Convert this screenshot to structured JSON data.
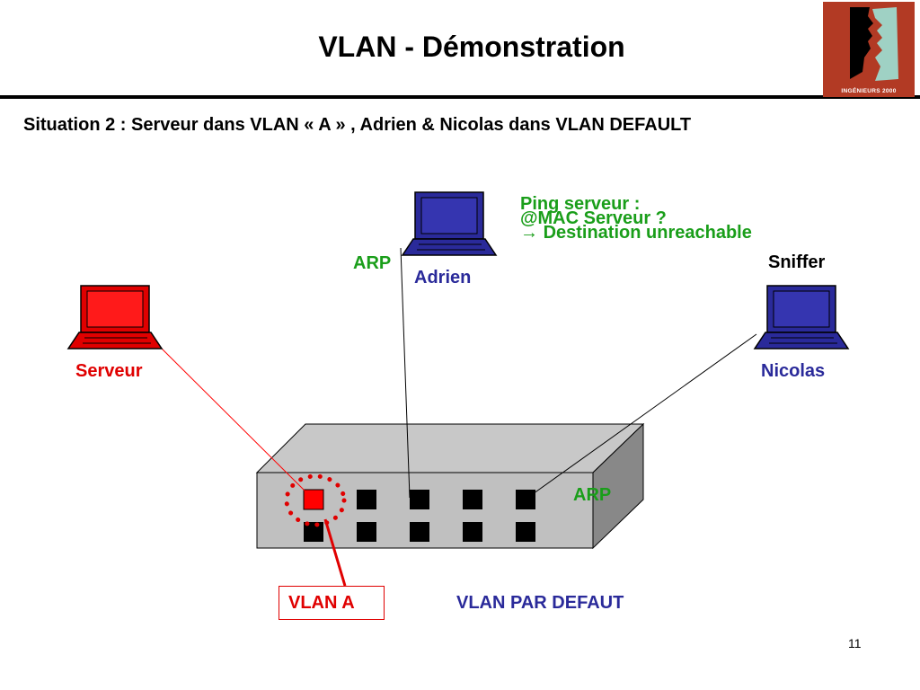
{
  "slide": {
    "title": "VLAN - Démonstration",
    "subtitle": "Situation 2 : Serveur dans VLAN « A » , Adrien & Nicolas dans VLAN DEFAULT",
    "page_number": "11"
  },
  "logo": {
    "text": "INGÉNIEURS 2000",
    "colors": {
      "background": "#b23a24",
      "face_dark": "#000000",
      "face_light": "#9fd1c4"
    }
  },
  "computers": [
    {
      "id": "serveur",
      "label": "Serveur",
      "color": "#e00000"
    },
    {
      "id": "adrien",
      "label": "Adrien",
      "color": "#2a2a9a"
    },
    {
      "id": "nicolas",
      "label": "Nicolas",
      "color": "#2a2a9a"
    }
  ],
  "annotations": {
    "ping_line1": "Ping serveur :",
    "ping_line2": "@MAC Serveur ?",
    "ping_line3": "Destination unreachable",
    "ping_arrow": "→",
    "arp_top": "ARP",
    "arp_switch": "ARP",
    "sniffer": "Sniffer"
  },
  "labels": {
    "vlan_a": "VLAN A",
    "vlan_default": "VLAN PAR DEFAUT"
  },
  "colors": {
    "accent_green": "#1a9e1a",
    "accent_red": "#e00000",
    "accent_blue": "#2a2a9a",
    "switch_gray": "#c0c0c0"
  }
}
